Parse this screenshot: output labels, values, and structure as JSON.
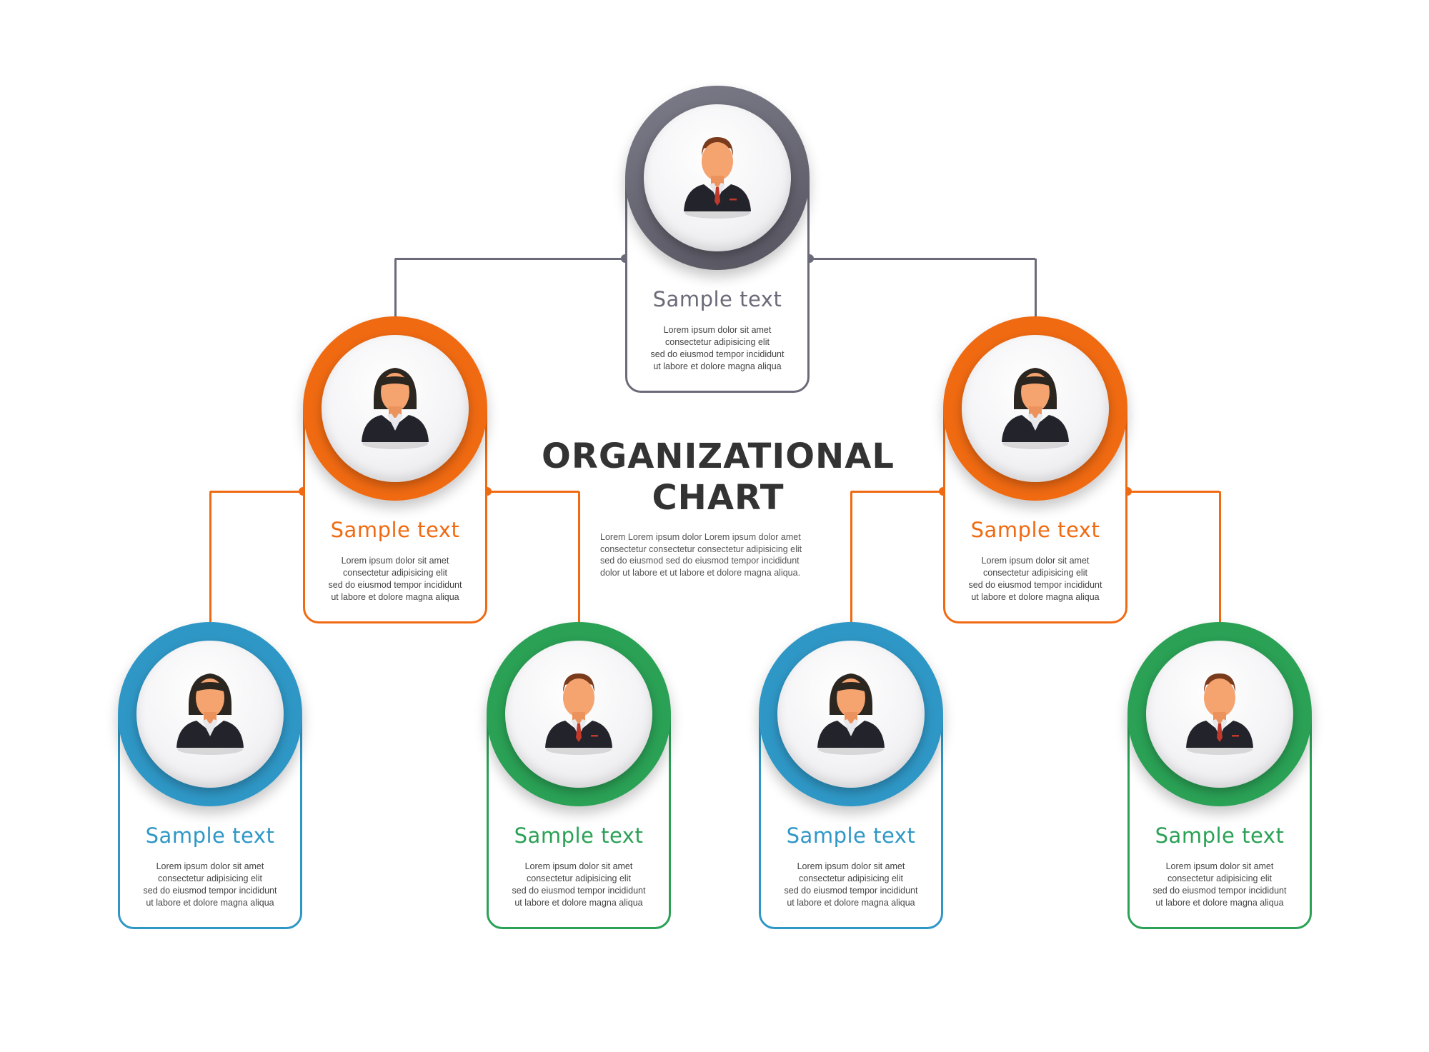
{
  "title_lines": [
    "ORGANIZATIONAL",
    "CHART"
  ],
  "center_description": [
    "Lorem  Lorem ipsum dolor Lorem ipsum dolor  amet",
    "consectetur  consectetur  consectetur adipisicing elit",
    "sed  do  eiusmod sed  do  eiusmod tempor incididunt",
    "dolor  ut labore et    ut labore et dolore magna aliqua."
  ],
  "colors": {
    "gray": "#6b6a78",
    "orange": "#f06a12",
    "blue": "#2f97c6",
    "green": "#2aa155"
  },
  "nodes": [
    {
      "id": "top",
      "color": "gray",
      "avatar": "man-avatar-icon",
      "title": "Sample text",
      "desc": [
        "Lorem ipsum dolor sit amet",
        "consectetur adipisicing elit",
        "sed do eiusmod tempor incididunt",
        "ut labore et dolore magna aliqua"
      ]
    },
    {
      "id": "mid-left",
      "color": "orange",
      "avatar": "woman-avatar-icon",
      "title": "Sample text",
      "desc": [
        "Lorem ipsum dolor sit amet",
        "consectetur adipisicing elit",
        "sed do eiusmod tempor incididunt",
        "ut labore et dolore magna aliqua"
      ]
    },
    {
      "id": "mid-right",
      "color": "orange",
      "avatar": "woman-avatar-icon",
      "title": "Sample text",
      "desc": [
        "Lorem ipsum dolor sit amet",
        "consectetur adipisicing elit",
        "sed do eiusmod tempor incididunt",
        "ut labore et dolore magna aliqua"
      ]
    },
    {
      "id": "bottom-1",
      "color": "blue",
      "avatar": "woman-avatar-icon",
      "title": "Sample text",
      "desc": [
        "Lorem ipsum dolor sit amet",
        "consectetur adipisicing elit",
        "sed do eiusmod tempor incididunt",
        "ut labore et dolore magna aliqua"
      ]
    },
    {
      "id": "bottom-2",
      "color": "green",
      "avatar": "man-avatar-icon",
      "title": "Sample text",
      "desc": [
        "Lorem ipsum dolor sit amet",
        "consectetur adipisicing elit",
        "sed do eiusmod tempor incididunt",
        "ut labore et dolore magna aliqua"
      ]
    },
    {
      "id": "bottom-3",
      "color": "blue",
      "avatar": "woman-avatar-icon",
      "title": "Sample text",
      "desc": [
        "Lorem ipsum dolor sit amet",
        "consectetur adipisicing elit",
        "sed do eiusmod tempor incididunt",
        "ut labore et dolore magna aliqua"
      ]
    },
    {
      "id": "bottom-4",
      "color": "green",
      "avatar": "man-avatar-icon",
      "title": "Sample text",
      "desc": [
        "Lorem ipsum dolor sit amet",
        "consectetur adipisicing elit",
        "sed do eiusmod tempor incididunt",
        "ut labore et dolore magna aliqua"
      ]
    }
  ],
  "edges": [
    {
      "from": "top",
      "to": "mid-left",
      "color": "gray"
    },
    {
      "from": "top",
      "to": "mid-right",
      "color": "gray"
    },
    {
      "from": "mid-left",
      "to": "bottom-1",
      "color": "orange"
    },
    {
      "from": "mid-left",
      "to": "bottom-2",
      "color": "orange"
    },
    {
      "from": "mid-right",
      "to": "bottom-3",
      "color": "orange"
    },
    {
      "from": "mid-right",
      "to": "bottom-4",
      "color": "orange"
    }
  ]
}
